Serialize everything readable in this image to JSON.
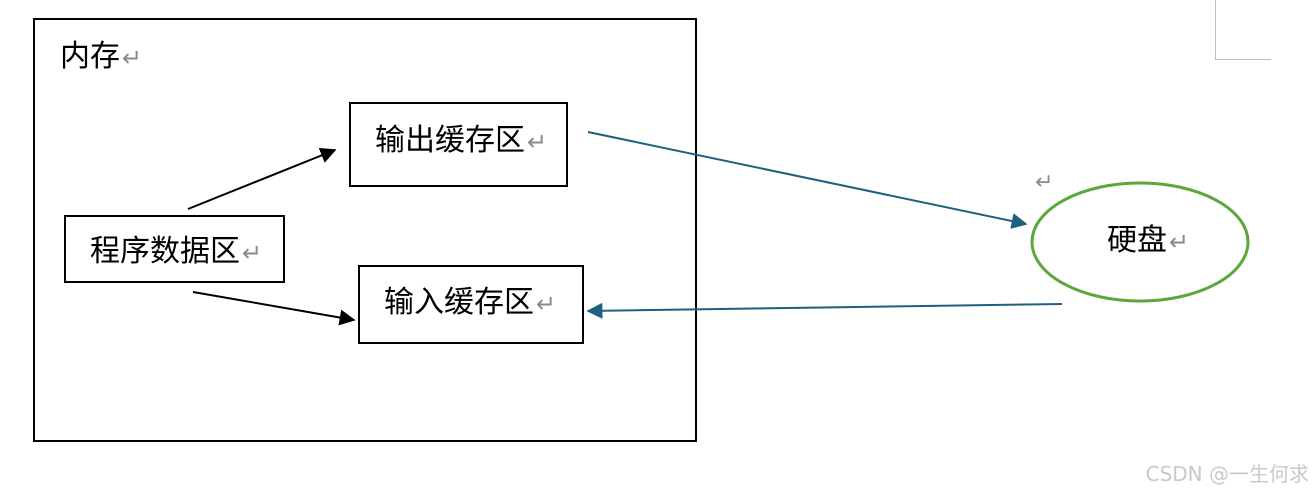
{
  "memory": {
    "title": "内存"
  },
  "nodes": {
    "output_buffer": "输出缓存区",
    "program_data": "程序数据区",
    "input_buffer": "输入缓存区",
    "disk": "硬盘"
  },
  "paragraph_mark": "↵",
  "watermark": "CSDN @一生何求",
  "colors": {
    "edge_black": "#000000",
    "edge_blue": "#1f5f7f",
    "disk_border": "#5aa83a"
  }
}
